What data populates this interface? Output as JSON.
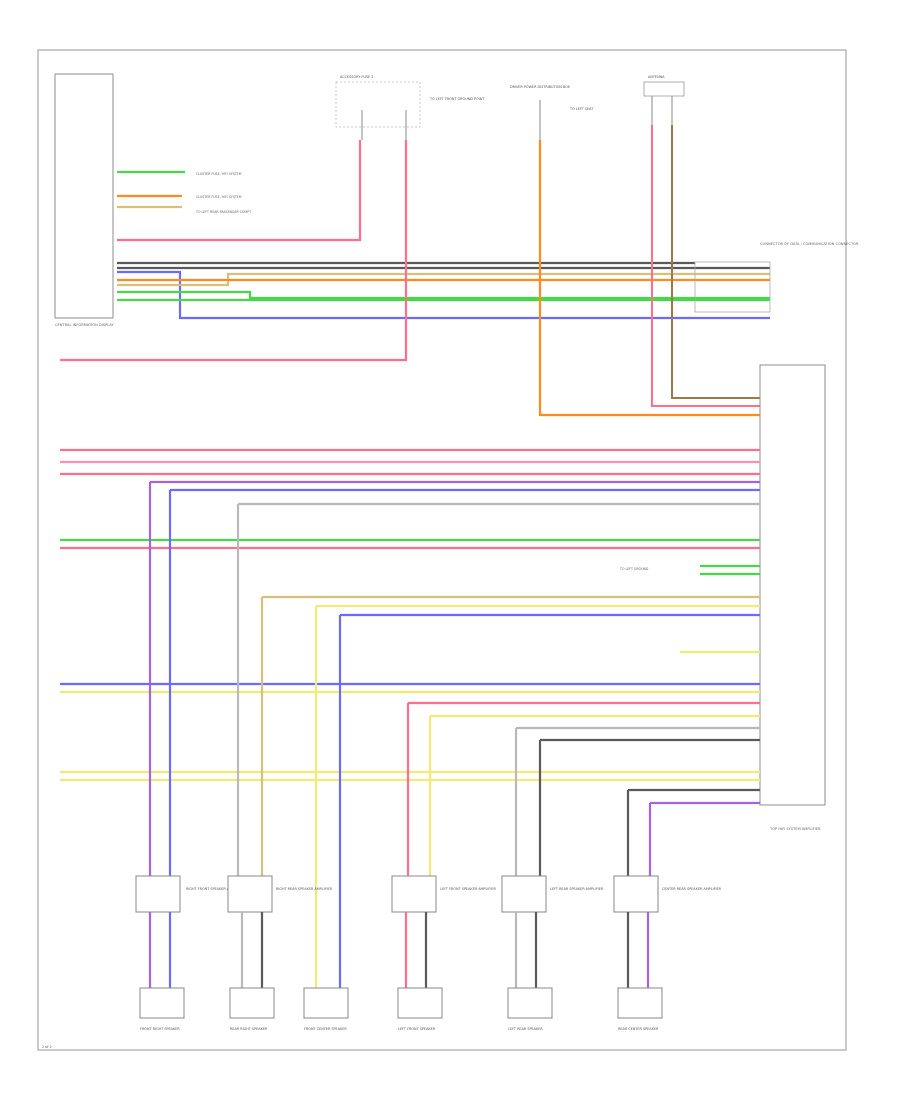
{
  "components": {
    "central_information_display": "CENTRAL INFORMATION DISPLAY",
    "top_fuse": "ACCESSORY FUSE 2",
    "driver_area_fuse": "DRIVER POWER DISTRIBUTION BOX",
    "antenna_top_right": "ANTENNA",
    "connector_right": "CONNECTOR OF DATA / COMMUNICATION CONNECTOR",
    "amplifier": "TOP HIFI SYSTEM AMPLIFIER",
    "footer": "2 of 2"
  },
  "notes": {
    "fuse_note_a": "CLUSTER FUSE, HIFI SYSTEM",
    "fuse_note_b": "CLUSTER FUSE, HIFI SYSTEM",
    "fuse_note_c": "TO LEFT REAR PASSENGER COMPT",
    "fuse_note_d": "TO LEFT FRONT GROUND POINT",
    "fuse_note_e": "TO LEFT SEAT",
    "to_left_ground": "TO LEFT GROUND"
  },
  "speakers": [
    {
      "id": "s1",
      "name": "FRONT RIGHT SPEAKER",
      "amp_label": "RIGHT FRONT SPEAKER AMPLIFIER"
    },
    {
      "id": "s2",
      "name": "REAR RIGHT SPEAKER",
      "amp_label": "RIGHT REAR SPEAKER AMPLIFIER"
    },
    {
      "id": "s3",
      "name": "FRONT CENTER SPEAKER",
      "amp_label": ""
    },
    {
      "id": "s4",
      "name": "LEFT FRONT SPEAKER",
      "amp_label": "LEFT FRONT SPEAKER AMPLIFIER"
    },
    {
      "id": "s5",
      "name": "LEFT REAR SPEAKER",
      "amp_label": "LEFT REAR SPEAKER AMPLIFIER"
    },
    {
      "id": "s6",
      "name": "REAR CENTER SPEAKER",
      "amp_label": "CENTER REAR SPEAKER AMPLIFIER"
    }
  ],
  "colors": {
    "frame": "#a8a8a8",
    "green": "#49d64a",
    "orange": "#ff8a1e",
    "red": "#ff6f8d",
    "pink": "#ff8fb2",
    "dark": "#5a5a5a",
    "blue": "#6a6aff",
    "purple": "#a563e0",
    "yellow": "#f1ea78",
    "tan": "#d9c07a",
    "gray": "#b9b9b9",
    "brown": "#9b7a45"
  }
}
